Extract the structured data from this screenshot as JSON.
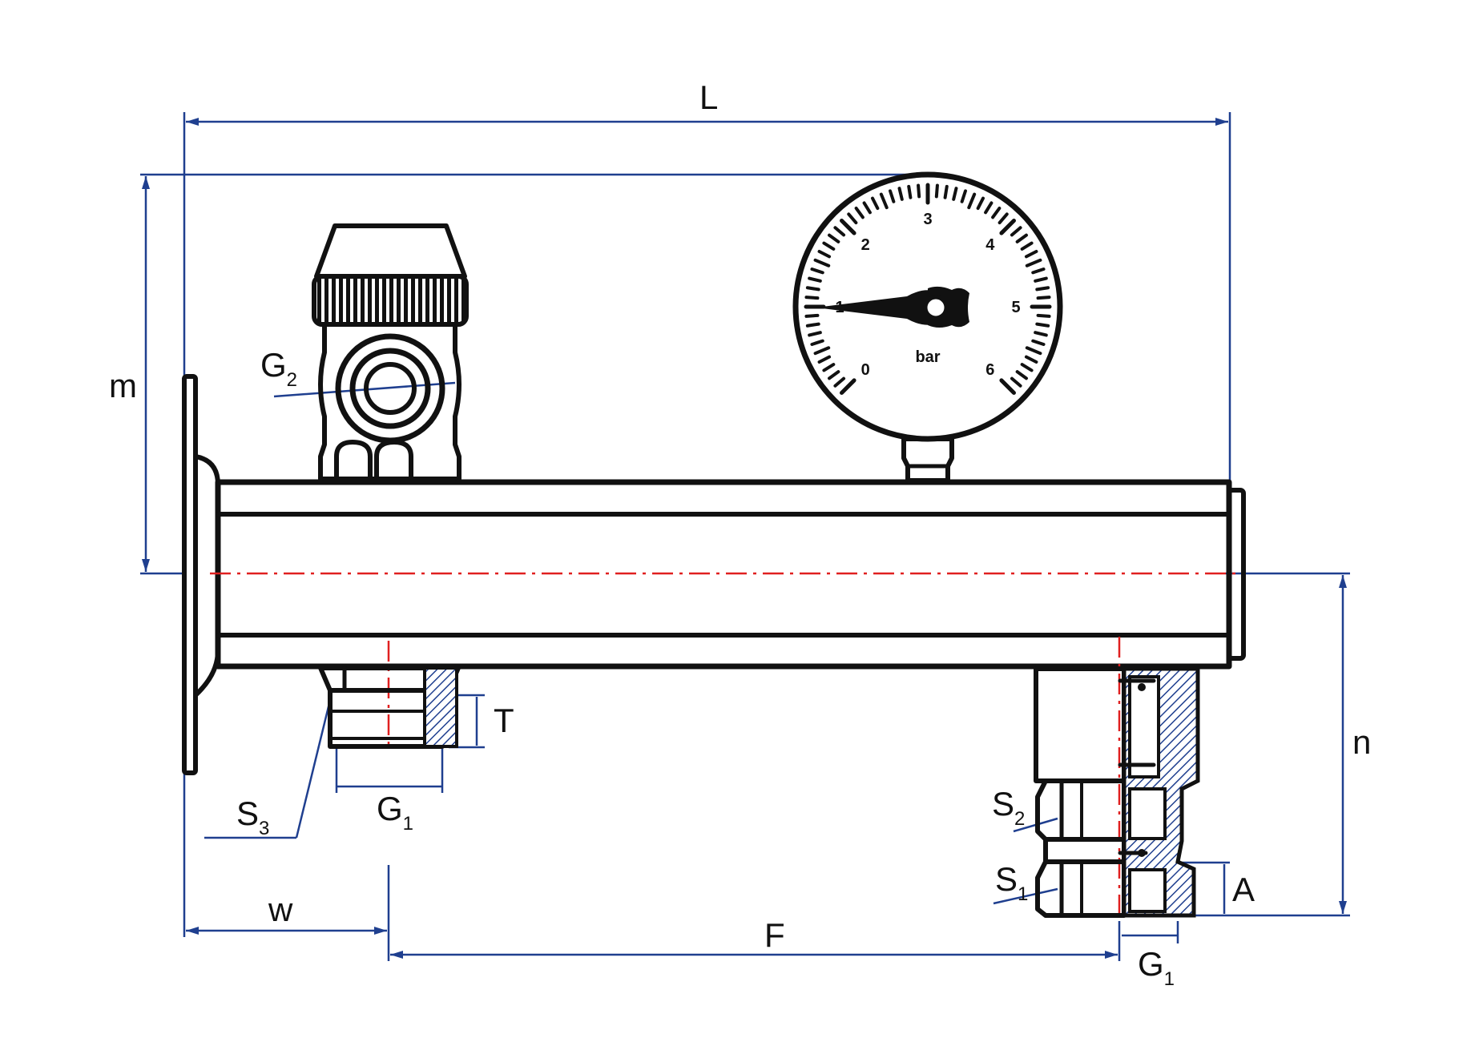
{
  "labels": {
    "L": "L",
    "m": "m",
    "n": "n",
    "T": "T",
    "w": "w",
    "F": "F",
    "A": "A",
    "G2": {
      "base": "G",
      "sub": "2"
    },
    "G1_left": {
      "base": "G",
      "sub": "1"
    },
    "G1_right": {
      "base": "G",
      "sub": "1"
    },
    "S3": {
      "base": "S",
      "sub": "3"
    },
    "S2": {
      "base": "S",
      "sub": "2"
    },
    "S1": {
      "base": "S",
      "sub": "1"
    }
  },
  "gauge": {
    "scale": [
      "0",
      "1",
      "2",
      "3",
      "4",
      "5",
      "6"
    ],
    "unit": "bar"
  },
  "colors": {
    "dimension_lines": "#1f3f8f",
    "centerline": "#e02020",
    "outline": "#111111"
  }
}
